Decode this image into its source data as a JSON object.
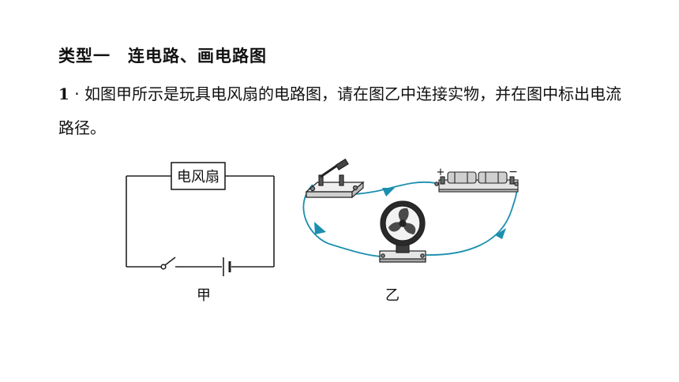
{
  "heading": {
    "type_label": "类型一",
    "topic": "连电路、画电路图"
  },
  "question": {
    "number": "1",
    "separator": "·",
    "text": "如图甲所示是玩具电风扇的电路图，请在图乙中连接实物，并在图中标出电流路径。"
  },
  "figure_jia": {
    "component_label": "电风扇",
    "caption": "甲"
  },
  "figure_yi": {
    "caption": "乙",
    "battery_plus": "+",
    "battery_minus": "−"
  },
  "colors": {
    "wire": "#1c8fae",
    "line": "#222222"
  }
}
